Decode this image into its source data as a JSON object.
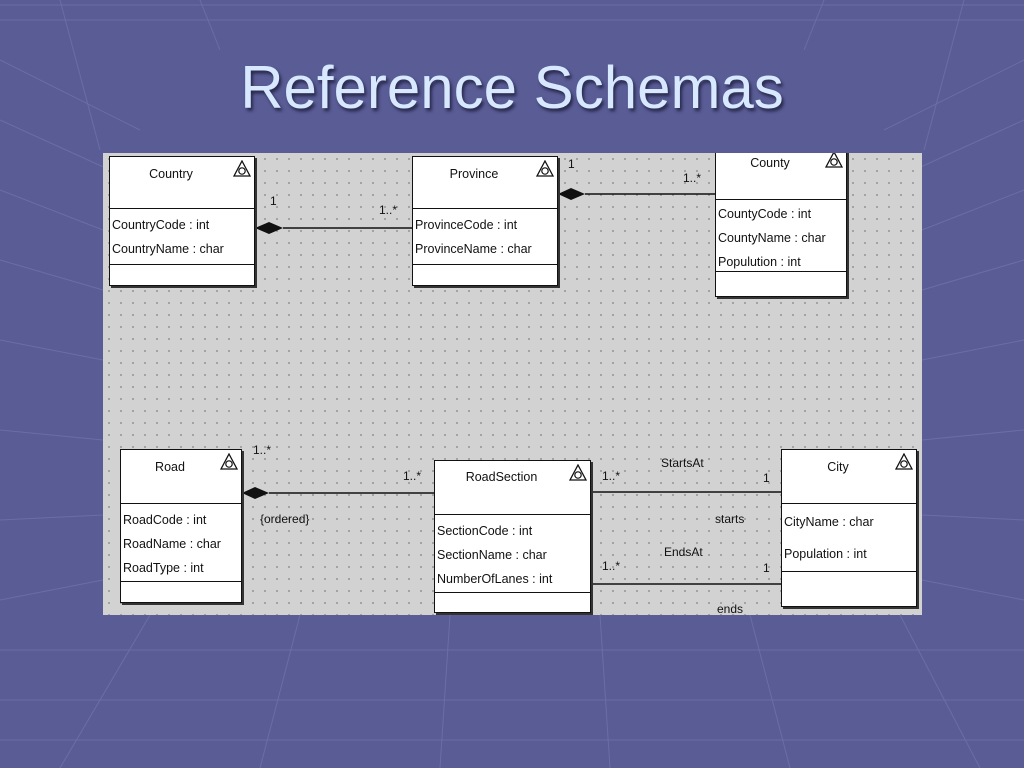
{
  "slide": {
    "title": "Reference Schemas"
  },
  "classes": {
    "country": {
      "name": "Country",
      "attributes": [
        "CountryCode : int",
        "CountryName : char"
      ]
    },
    "province": {
      "name": "Province",
      "attributes": [
        "ProvinceCode : int",
        "ProvinceName : char"
      ]
    },
    "county": {
      "name": "County",
      "attributes": [
        "CountyCode : int",
        "CountyName : char",
        "Populution : int"
      ]
    },
    "road": {
      "name": "Road",
      "attributes": [
        "RoadCode : int",
        "RoadName : char",
        "RoadType : int"
      ]
    },
    "roadsection": {
      "name": "RoadSection",
      "attributes": [
        "SectionCode : int",
        "SectionName : char",
        "NumberOfLanes : int"
      ]
    },
    "city": {
      "name": "City",
      "attributes": [
        "CityName : char",
        "Population : int"
      ]
    }
  },
  "associations": {
    "country_province": {
      "source_mult": "1",
      "target_mult": "1..*"
    },
    "province_county": {
      "source_mult": "1",
      "target_mult": "1..*"
    },
    "road_roadsection": {
      "source_mult": "1..*",
      "target_mult": "1..*",
      "constraint": "{ordered}"
    },
    "startsat": {
      "name": "StartsAt",
      "source_mult": "1..*",
      "target_mult": "1",
      "role": "starts"
    },
    "endsat": {
      "name": "EndsAt",
      "source_mult": "1..*",
      "target_mult": "1",
      "role": "ends"
    }
  },
  "icons": {
    "class_stereotype": "triangle-circle-icon",
    "composition": "filled-diamond-icon"
  },
  "colors": {
    "background": "#5a5c96",
    "title": "#d8e8ff",
    "canvas": "#d2d2d2"
  }
}
